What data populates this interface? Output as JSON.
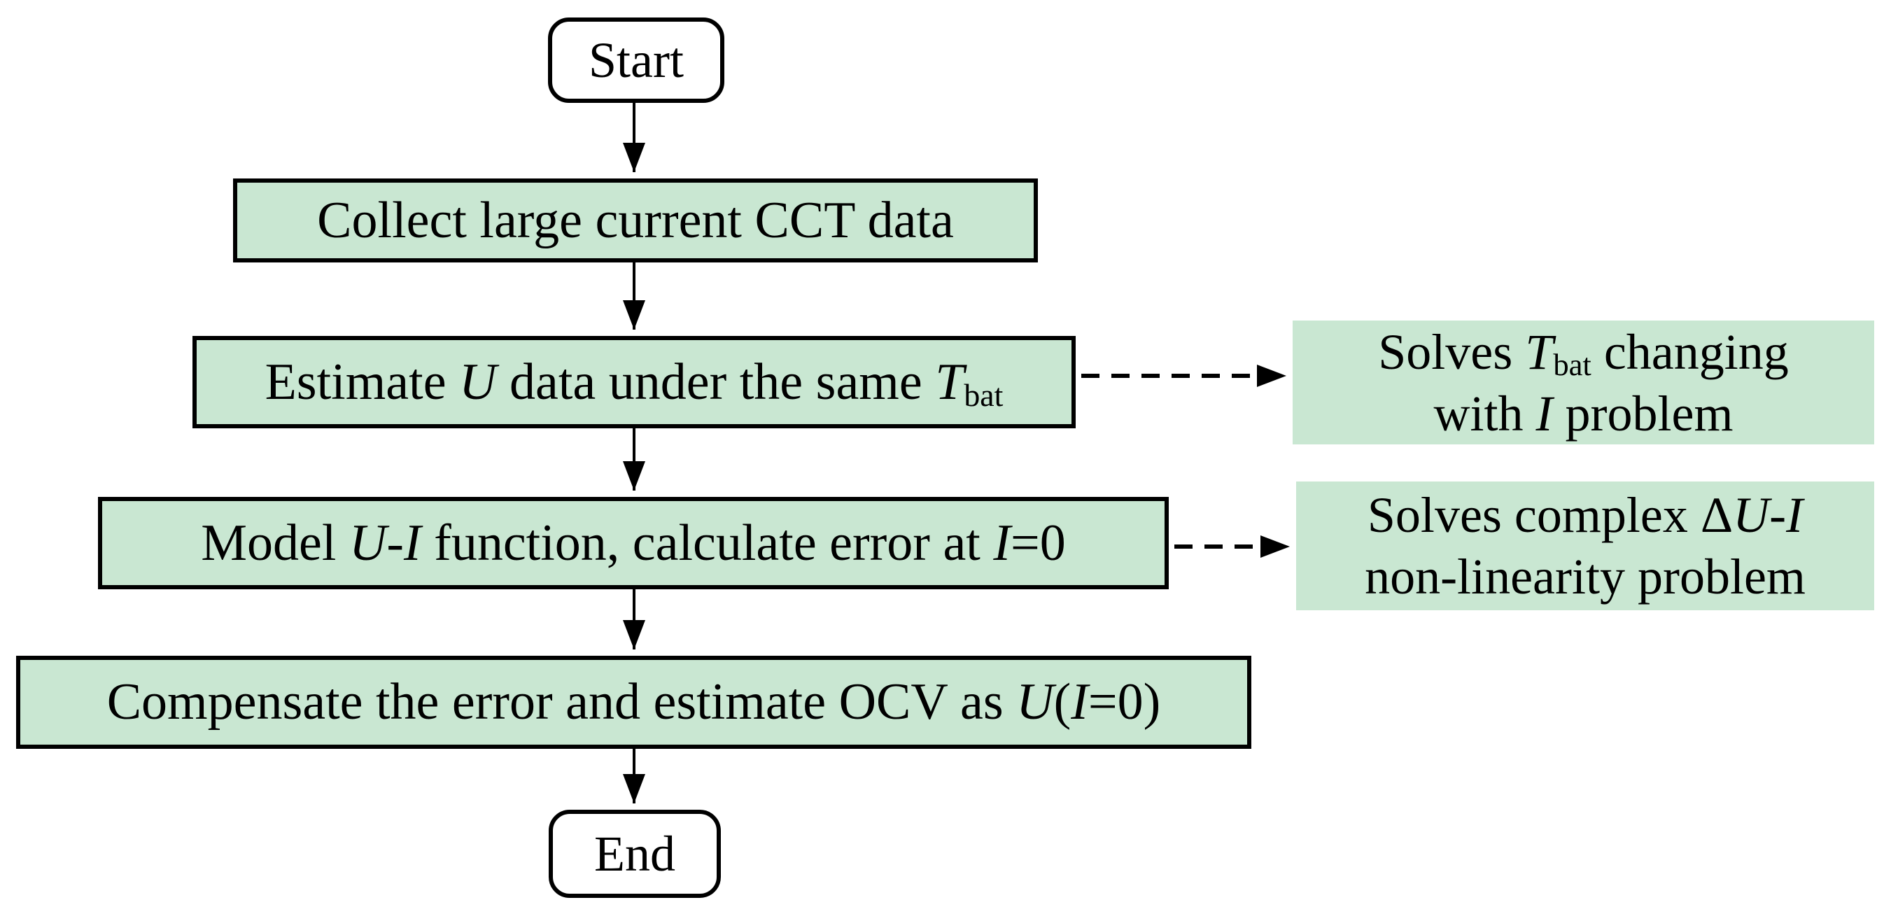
{
  "colors": {
    "background": "#ffffff",
    "node_fill": "#c9e7d2",
    "node_border": "#000000",
    "terminal_fill": "#ffffff",
    "connector": "#000000",
    "text": "#000000"
  },
  "nodes": {
    "start": {
      "label": "Start"
    },
    "collect": {
      "runs": [
        {
          "text": "Collect large current CCT data",
          "style": "normal"
        }
      ]
    },
    "estimate": {
      "runs": [
        {
          "text": "Estimate ",
          "style": "normal"
        },
        {
          "text": "U",
          "style": "italic"
        },
        {
          "text": " data under the same ",
          "style": "normal"
        },
        {
          "text": "T",
          "style": "italic"
        },
        {
          "text": "bat",
          "style": "sub"
        }
      ]
    },
    "model": {
      "runs": [
        {
          "text": "Model ",
          "style": "normal"
        },
        {
          "text": "U-I",
          "style": "italic"
        },
        {
          "text": " function, calculate error at ",
          "style": "normal"
        },
        {
          "text": "I",
          "style": "italic"
        },
        {
          "text": "=0",
          "style": "normal"
        }
      ]
    },
    "compensate": {
      "runs": [
        {
          "text": "Compensate the error and estimate OCV as ",
          "style": "normal"
        },
        {
          "text": "U",
          "style": "italic"
        },
        {
          "text": "(",
          "style": "normal"
        },
        {
          "text": "I",
          "style": "italic"
        },
        {
          "text": "=0)",
          "style": "normal"
        }
      ]
    },
    "end": {
      "label": "End"
    }
  },
  "annotations": {
    "tbat_note": {
      "line1": [
        {
          "text": "Solves ",
          "style": "normal"
        },
        {
          "text": "T",
          "style": "italic"
        },
        {
          "text": "bat",
          "style": "sub"
        },
        {
          "text": " changing",
          "style": "normal"
        }
      ],
      "line2": [
        {
          "text": "with ",
          "style": "normal"
        },
        {
          "text": "I",
          "style": "italic"
        },
        {
          "text": " problem",
          "style": "normal"
        }
      ]
    },
    "nonlinearity_note": {
      "line1": [
        {
          "text": "Solves complex Δ",
          "style": "normal"
        },
        {
          "text": "U-I",
          "style": "italic"
        }
      ],
      "line2": [
        {
          "text": "non-linearity problem",
          "style": "normal"
        }
      ]
    }
  }
}
